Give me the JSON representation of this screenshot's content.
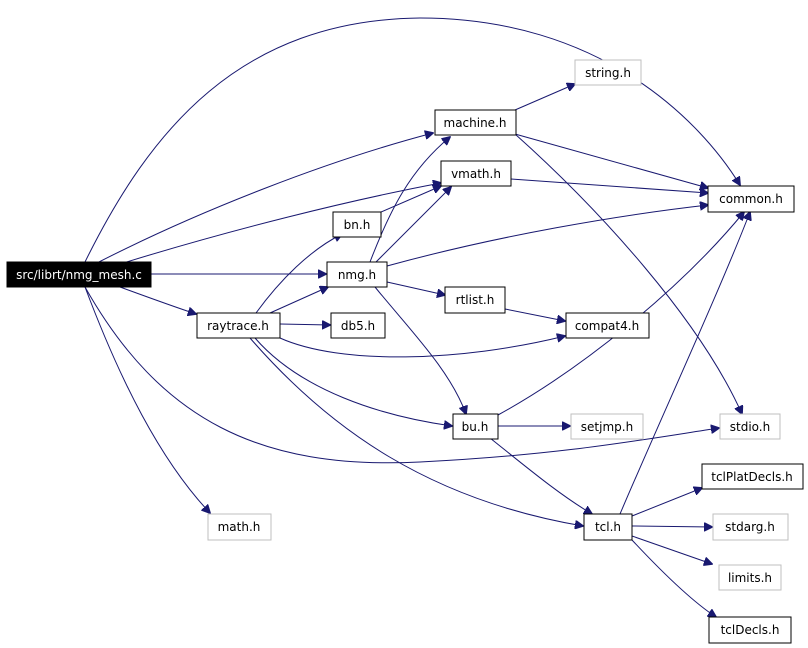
{
  "colors": {
    "edge": "#191970",
    "root_fill": "#000000",
    "root_text": "#ffffff",
    "node_border": "#000000",
    "external_border": "#bfbfbf",
    "node_fill": "#ffffff",
    "text": "#000000"
  },
  "nodes": {
    "root": {
      "label": "src/librt/nmg_mesh.c",
      "kind": "root"
    },
    "string": {
      "label": "string.h",
      "kind": "external"
    },
    "machine": {
      "label": "machine.h",
      "kind": "local"
    },
    "vmath": {
      "label": "vmath.h",
      "kind": "local"
    },
    "common": {
      "label": "common.h",
      "kind": "local"
    },
    "bn": {
      "label": "bn.h",
      "kind": "local"
    },
    "nmg": {
      "label": "nmg.h",
      "kind": "local"
    },
    "rtlist": {
      "label": "rtlist.h",
      "kind": "local"
    },
    "raytrace": {
      "label": "raytrace.h",
      "kind": "local"
    },
    "db5": {
      "label": "db5.h",
      "kind": "local"
    },
    "compat4": {
      "label": "compat4.h",
      "kind": "local"
    },
    "bu": {
      "label": "bu.h",
      "kind": "local"
    },
    "setjmp": {
      "label": "setjmp.h",
      "kind": "external"
    },
    "stdio": {
      "label": "stdio.h",
      "kind": "external"
    },
    "tclPlatDecls": {
      "label": "tclPlatDecls.h",
      "kind": "local"
    },
    "math": {
      "label": "math.h",
      "kind": "external"
    },
    "tcl": {
      "label": "tcl.h",
      "kind": "local"
    },
    "stdarg": {
      "label": "stdarg.h",
      "kind": "external"
    },
    "limits": {
      "label": "limits.h",
      "kind": "external"
    },
    "tclDecls": {
      "label": "tclDecls.h",
      "kind": "local"
    }
  },
  "edges": [
    [
      "root",
      "common"
    ],
    [
      "root",
      "machine"
    ],
    [
      "root",
      "vmath"
    ],
    [
      "root",
      "nmg"
    ],
    [
      "root",
      "raytrace"
    ],
    [
      "root",
      "stdio"
    ],
    [
      "root",
      "math"
    ],
    [
      "machine",
      "string"
    ],
    [
      "machine",
      "common"
    ],
    [
      "machine",
      "stdio"
    ],
    [
      "vmath",
      "common"
    ],
    [
      "bn",
      "vmath"
    ],
    [
      "nmg",
      "machine"
    ],
    [
      "nmg",
      "vmath"
    ],
    [
      "nmg",
      "common"
    ],
    [
      "nmg",
      "rtlist"
    ],
    [
      "nmg",
      "bu"
    ],
    [
      "raytrace",
      "bn"
    ],
    [
      "raytrace",
      "nmg"
    ],
    [
      "raytrace",
      "db5"
    ],
    [
      "raytrace",
      "compat4"
    ],
    [
      "raytrace",
      "bu"
    ],
    [
      "raytrace",
      "tcl"
    ],
    [
      "rtlist",
      "compat4"
    ],
    [
      "bu",
      "common"
    ],
    [
      "bu",
      "setjmp"
    ],
    [
      "bu",
      "tcl"
    ],
    [
      "tcl",
      "common"
    ],
    [
      "tcl",
      "tclPlatDecls"
    ],
    [
      "tcl",
      "stdarg"
    ],
    [
      "tcl",
      "limits"
    ],
    [
      "tcl",
      "tclDecls"
    ]
  ]
}
